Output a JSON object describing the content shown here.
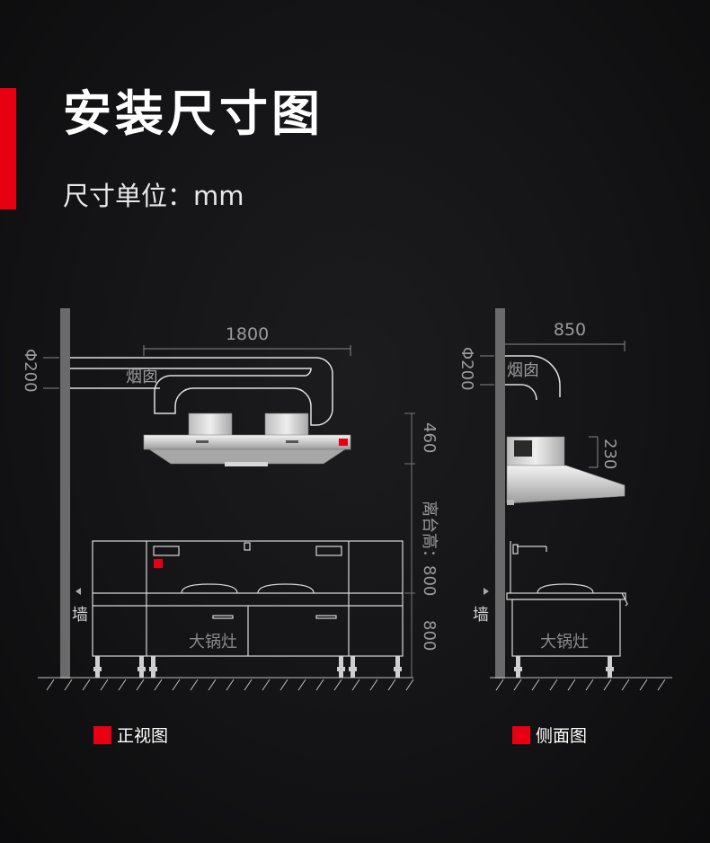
{
  "header": {
    "title": "安装尺寸图",
    "unit_label": "尺寸单位：mm"
  },
  "front_view": {
    "width_dim": "1800",
    "pipe_dia": "Φ200",
    "chimney_label": "烟囱",
    "hood_height": "460",
    "counter_height": "离台高：800",
    "stove_height": "800",
    "wall_label": "墙",
    "stove_label": "大锅灶",
    "caption": "正视图"
  },
  "side_view": {
    "depth_dim": "850",
    "pipe_dia": "Φ200",
    "chimney_label": "烟囱",
    "hood_height": "230",
    "wall_label": "墙",
    "stove_label": "大锅灶",
    "caption": "侧面图"
  },
  "colors": {
    "accent": "#e60012",
    "line": "#d8d8d8",
    "dim_text": "#9a9a9a",
    "wall": "#6a6a6a"
  }
}
